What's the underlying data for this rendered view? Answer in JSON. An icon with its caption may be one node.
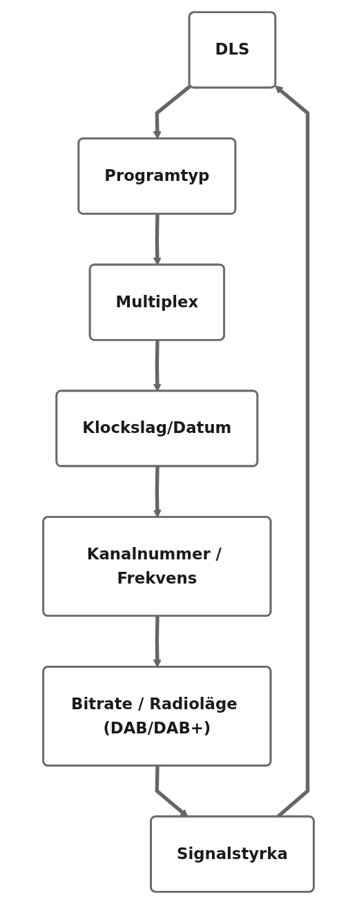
{
  "diagram": {
    "nodes": [
      {
        "text": [
          "DLS"
        ]
      },
      {
        "text": [
          "Programtyp"
        ]
      },
      {
        "text": [
          "Multiplex"
        ]
      },
      {
        "text": [
          "Klockslag/Datum"
        ]
      },
      {
        "text": [
          "Kanalnummer / Frekvens"
        ]
      },
      {
        "text": [
          "Bitrate / Radioläge (DAB/DAB+)"
        ]
      },
      {
        "text": [
          "Signalstyrka"
        ]
      }
    ],
    "edges": [
      {
        "from": 0,
        "to": 1,
        "arrow": "to"
      },
      {
        "from": 1,
        "to": 2,
        "arrow": "to"
      },
      {
        "from": 2,
        "to": 3,
        "arrow": "to"
      },
      {
        "from": 3,
        "to": 4,
        "arrow": "to"
      },
      {
        "from": 4,
        "to": 5,
        "arrow": "to"
      },
      {
        "from": 5,
        "to": 6,
        "arrow": "to"
      },
      {
        "from": 6,
        "to": 0,
        "arrow": "to"
      }
    ]
  }
}
